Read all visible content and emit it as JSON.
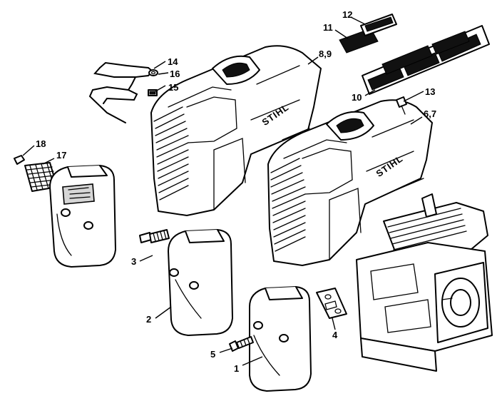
{
  "brand_text": "STIHL",
  "callouts": [
    {
      "id": "c1",
      "label": "1"
    },
    {
      "id": "c2",
      "label": "2"
    },
    {
      "id": "c3",
      "label": "3"
    },
    {
      "id": "c4",
      "label": "4"
    },
    {
      "id": "c5",
      "label": "5"
    },
    {
      "id": "c67",
      "label": "6,7"
    },
    {
      "id": "c89",
      "label": "8,9"
    },
    {
      "id": "c10",
      "label": "10"
    },
    {
      "id": "c11",
      "label": "11"
    },
    {
      "id": "c12",
      "label": "12"
    },
    {
      "id": "c13",
      "label": "13"
    },
    {
      "id": "c14",
      "label": "14"
    },
    {
      "id": "c15",
      "label": "15"
    },
    {
      "id": "c16",
      "label": "16"
    },
    {
      "id": "c17",
      "label": "17"
    },
    {
      "id": "c18",
      "label": "18"
    }
  ]
}
